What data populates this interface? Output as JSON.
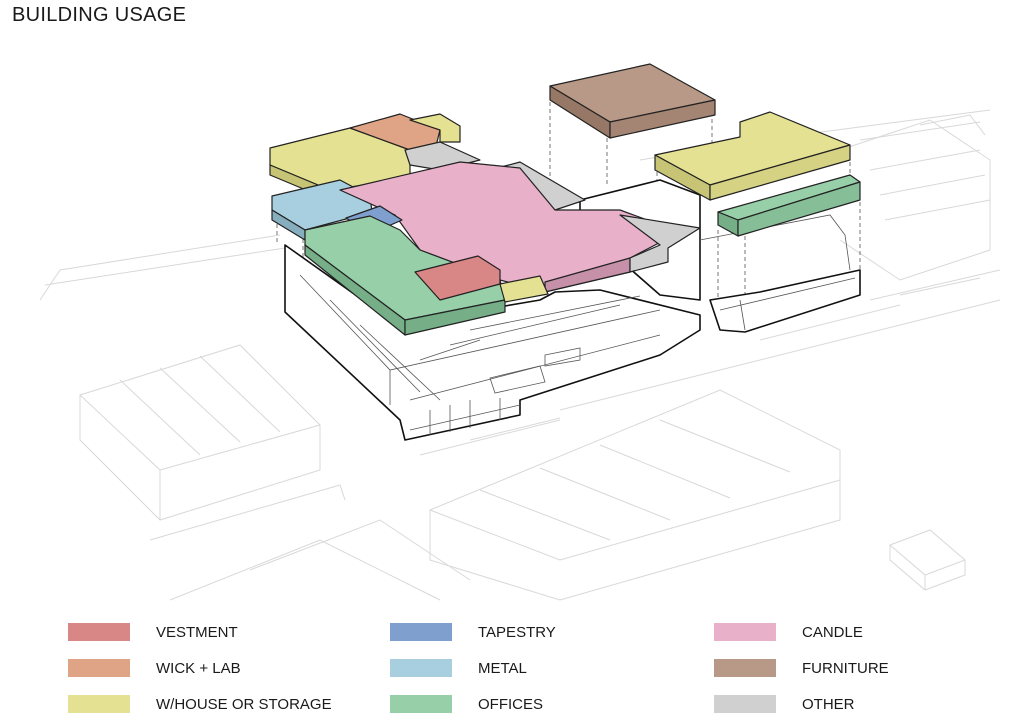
{
  "title": "BUILDING USAGE",
  "legend": [
    {
      "label": "VESTMENT",
      "color": "#d98686"
    },
    {
      "label": "WICK + LAB",
      "color": "#dfa485"
    },
    {
      "label": "W/HOUSE OR STORAGE",
      "color": "#e5e193"
    },
    {
      "label": "TAPESTRY",
      "color": "#7f9fcf"
    },
    {
      "label": "METAL",
      "color": "#a7cfdf"
    },
    {
      "label": "OFFICES",
      "color": "#96cfa8"
    },
    {
      "label": "CANDLE",
      "color": "#e8b1c9"
    },
    {
      "label": "FURNITURE",
      "color": "#b89886"
    },
    {
      "label": "OTHER",
      "color": "#d0d0d0"
    }
  ]
}
